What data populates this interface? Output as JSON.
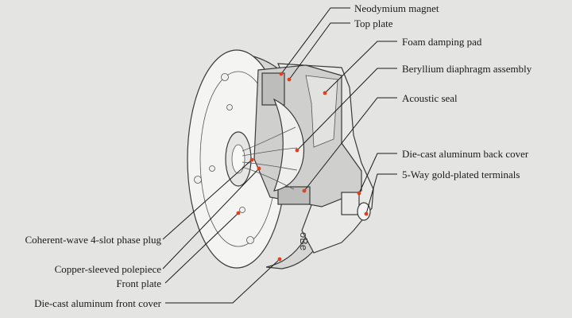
{
  "colors": {
    "background": "#e4e4e2",
    "line": "#1a1a1a",
    "marker_dot": "#e0401c",
    "body_fill": "#f4f4f2",
    "shade_fill": "#c9c9c7"
  },
  "engraving": "oBe",
  "labels": [
    {
      "id": "neodymium-magnet",
      "text": "Neodymium magnet"
    },
    {
      "id": "top-plate",
      "text": "Top plate"
    },
    {
      "id": "foam-damping-pad",
      "text": "Foam damping pad"
    },
    {
      "id": "beryllium-diaphragm",
      "text": "Beryllium diaphragm assembly"
    },
    {
      "id": "acoustic-seal",
      "text": "Acoustic seal"
    },
    {
      "id": "back-cover",
      "text": "Die-cast aluminum back cover"
    },
    {
      "id": "terminals",
      "text": "5-Way gold-plated terminals"
    },
    {
      "id": "phase-plug",
      "text": "Coherent-wave 4-slot phase plug"
    },
    {
      "id": "polepiece",
      "text": "Copper-sleeved polepiece"
    },
    {
      "id": "front-plate",
      "text": "Front plate"
    },
    {
      "id": "front-cover",
      "text": "Die-cast aluminum front cover"
    }
  ]
}
